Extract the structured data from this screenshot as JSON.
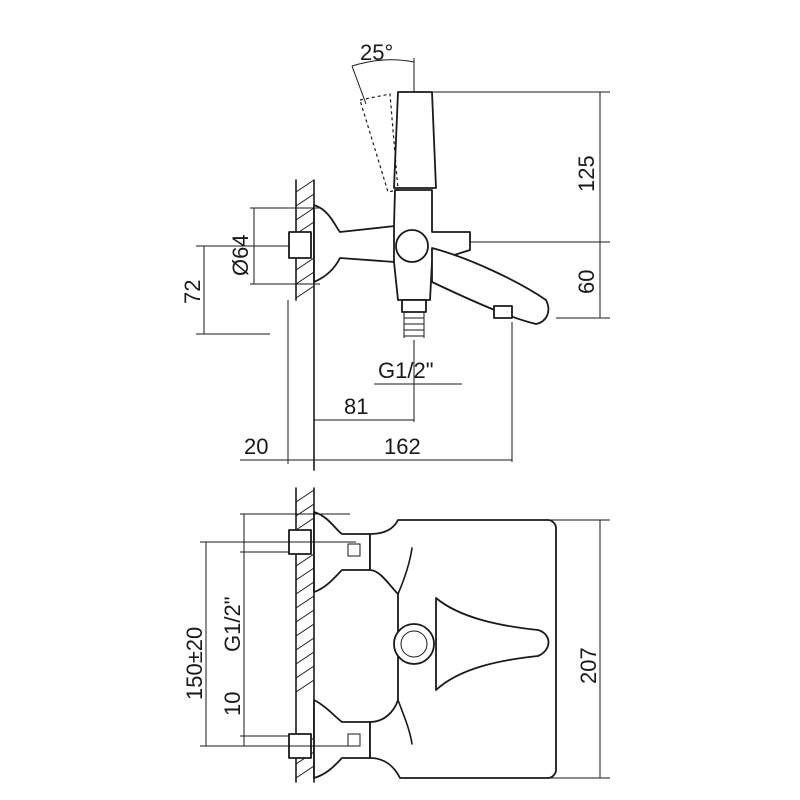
{
  "diagram": {
    "labels": {
      "angle": "25°",
      "height_top": "125",
      "offset_60": "60",
      "diameter": "Ø64",
      "dim_72": "72",
      "thread_top": "G1/2\"",
      "dim_81": "81",
      "dim_20": "20",
      "dim_162": "162",
      "dim_150": "150±20",
      "thread_side": "G1/2\"",
      "dim_10": "10",
      "dim_207": "207"
    }
  }
}
